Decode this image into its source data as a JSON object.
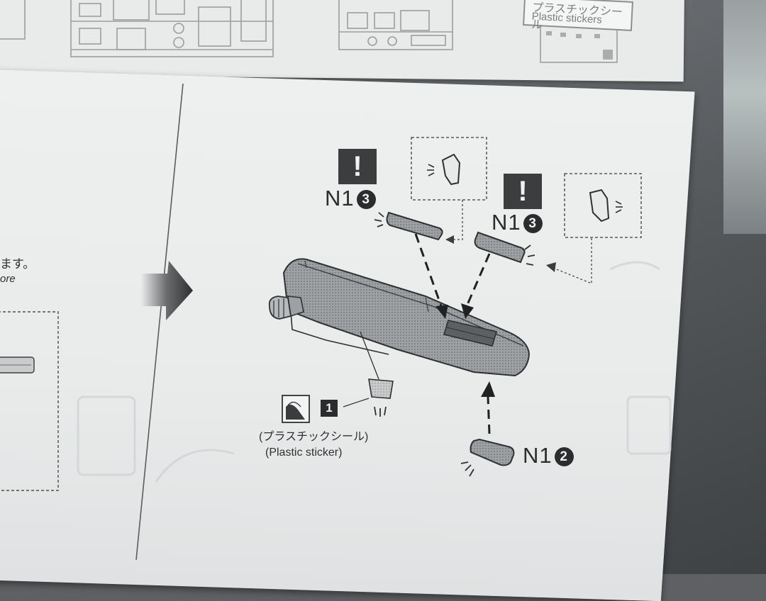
{
  "header": {
    "sticker_sheet_title_jp": "プラスチックシール",
    "sticker_sheet_title_en": "Plastic stickers"
  },
  "left_panel": {
    "text_jp": "ます。",
    "text_en": "ore"
  },
  "callouts": {
    "part_upper_left": {
      "part": "N1",
      "number": "3",
      "alert_glyph": "!"
    },
    "part_upper_right": {
      "part": "N1",
      "number": "3",
      "alert_glyph": "!"
    },
    "part_bottom": {
      "part": "N1",
      "number": "2"
    }
  },
  "sticker_callout": {
    "number": "1",
    "label_jp": "(プラスチックシール)",
    "label_en": "(Plastic sticker)"
  },
  "colors": {
    "paper": "#eceeee",
    "ink": "#2b2d2f",
    "part_fill": "#8b8e91",
    "background": "#5e6063"
  },
  "icons": [
    "alert-icon",
    "step-arrow-icon",
    "sticker-peel-icon",
    "detail-part-icon"
  ]
}
